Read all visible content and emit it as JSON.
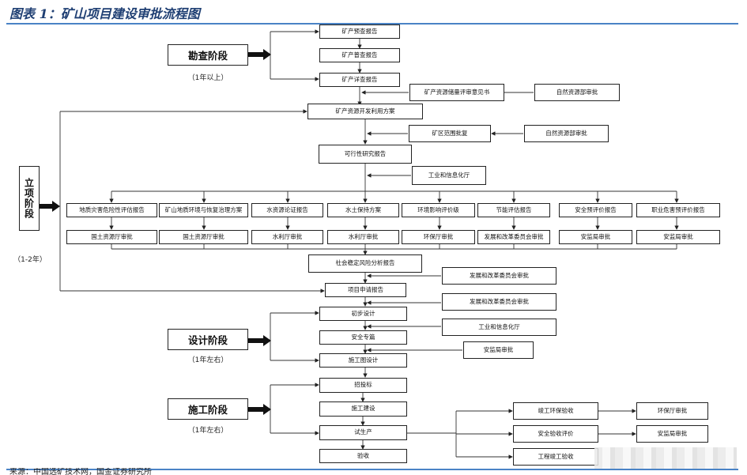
{
  "title": "图表 1：矿山项目建设审批流程图",
  "stages": {
    "survey": {
      "label": "勘查阶段",
      "duration": "（1年以上）"
    },
    "project": {
      "label": "立项阶段",
      "duration": "（1-2年）"
    },
    "design": {
      "label": "设计阶段",
      "duration": "（1年左右）"
    },
    "construction": {
      "label": "施工阶段",
      "duration": "（1年左右）"
    }
  },
  "nodes": {
    "prospect_report": "矿产预查报告",
    "general_report": "矿产普查报告",
    "detail_report": "矿产详查报告",
    "reserve_opinion": "矿产资源储量评审意见书",
    "nr_approval_1": "自然资源部审批",
    "dev_plan": "矿产资源开发利用方案",
    "area_approval": "矿区范围批复",
    "nr_approval_2": "自然资源部审批",
    "feasibility": "可行性研究报告",
    "miit_1": "工业和信息化厅",
    "reports": [
      "地质灾害危险性评估报告",
      "矿山地质环境与恢复治理方案",
      "水资源论证报告",
      "水土保持方案",
      "环境影响评价级",
      "节能评估报告",
      "安全预评价报告",
      "职业危害预评价报告"
    ],
    "approvals": [
      "国土资源厅审批",
      "国土资源厅审批",
      "水利厅审批",
      "水利厅审批",
      "环保厅审批",
      "发展和改革委员会审批",
      "安监局审批",
      "安监局审批"
    ],
    "social_risk": "社会稳定风险分析报告",
    "ndrc_1": "发展和改革委员会审批",
    "application": "项目申请报告",
    "ndrc_2": "发展和改革委员会审批",
    "prelim_design": "初步设计",
    "miit_2": "工业和信息化厅",
    "safety_chapter": "安全专篇",
    "safety_approval": "安监局审批",
    "construction_design": "施工图设计",
    "bidding": "招投标",
    "construction": "施工建设",
    "trial_production": "试生产",
    "acceptance": "验收",
    "env_acceptance": "竣工环保验收",
    "safety_acceptance": "安全验收评价",
    "eng_acceptance": "工程竣工验收",
    "env_dept_approval": "环保厅审批",
    "safety_bureau_approval": "安监局审批"
  },
  "footer": "来源：中国选矿技术网，国金证券研究所"
}
